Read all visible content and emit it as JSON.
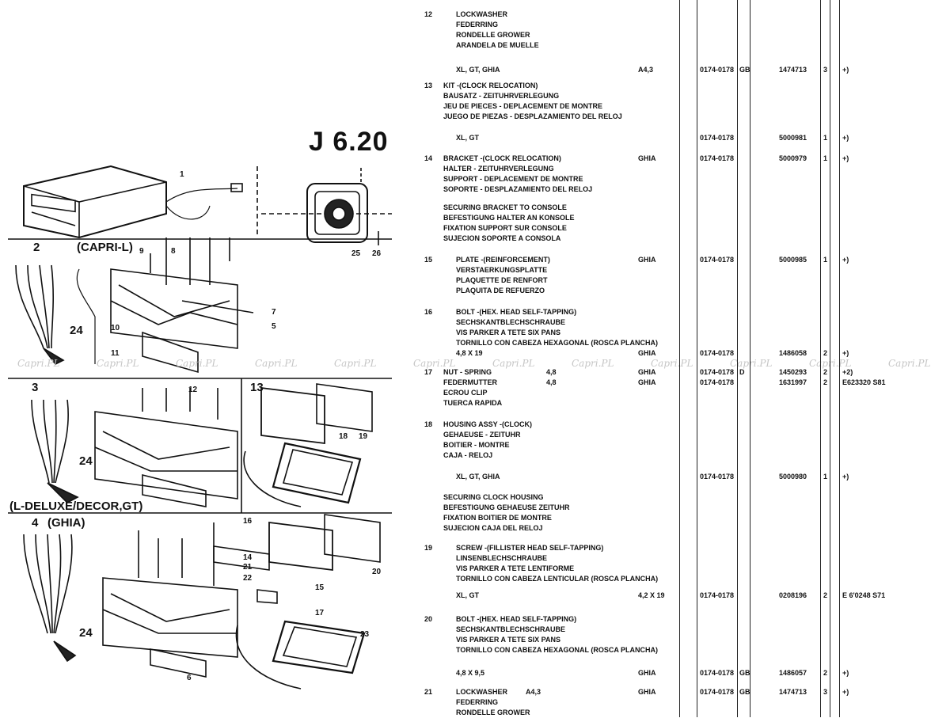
{
  "page_code": "J 6.20",
  "watermark_text": "Capri.PL",
  "diagram": {
    "variant_labels": {
      "capri_l": "(CAPRI-L)",
      "deluxe_decor_gt": "(L-DELUXE/DECOR,GT)",
      "ghia": "(GHIA)"
    },
    "ref_marks": {
      "v2": "2",
      "v3": "3",
      "v4": "4",
      "v13": "13",
      "v24": "24"
    },
    "callouts": [
      "1",
      "7",
      "8",
      "9",
      "10",
      "11",
      "12",
      "14",
      "15",
      "16",
      "17",
      "18",
      "19",
      "20",
      "21",
      "22",
      "23",
      "25",
      "26",
      "5",
      "6"
    ]
  },
  "parts": [
    {
      "no": "12",
      "lines": [
        "LOCKWASHER",
        "FEDERRING",
        "RONDELLE GROWER",
        "ARANDELA DE MUELLE"
      ],
      "variants": [
        {
          "desc": "XL, GT, GHIA",
          "size": "A4,3",
          "model": "",
          "date": "0174-0178",
          "code": "GB",
          "part": "1474713",
          "qty": "3",
          "note": "+)"
        }
      ]
    },
    {
      "no": "13",
      "lines": [
        "KIT -(CLOCK RELOCATION)",
        "BAUSATZ - ZEITUHRVERLEGUNG",
        "JEU DE PIECES - DEPLACEMENT DE MONTRE",
        "JUEGO DE PIEZAS - DESPLAZAMIENTO DEL RELOJ"
      ],
      "variants": [
        {
          "desc": "XL, GT",
          "size": "",
          "model": "",
          "date": "0174-0178",
          "code": "",
          "part": "5000981",
          "qty": "1",
          "note": "+)"
        }
      ]
    },
    {
      "no": "14",
      "lines": [
        "BRACKET -(CLOCK RELOCATION)",
        "HALTER - ZEITUHRVERLEGUNG",
        "SUPPORT - DEPLACEMENT DE MONTRE",
        "SOPORTE - DESPLAZAMIENTO DEL RELOJ"
      ],
      "variants": [
        {
          "desc": "",
          "size": "",
          "model": "GHIA",
          "date": "0174-0178",
          "code": "",
          "part": "5000979",
          "qty": "1",
          "note": "+)"
        }
      ],
      "note_lines": [
        "SECURING BRACKET TO CONSOLE",
        "BEFESTIGUNG HALTER AN KONSOLE",
        "FIXATION SUPPORT SUR CONSOLE",
        "SUJECION SOPORTE A CONSOLA"
      ]
    },
    {
      "no": "15",
      "lines": [
        "PLATE -(REINFORCEMENT)",
        "VERSTAERKUNGSPLATTE",
        "PLAQUETTE DE RENFORT",
        "PLAQUITA DE REFUERZO"
      ],
      "variants": [
        {
          "desc": "",
          "size": "",
          "model": "GHIA",
          "date": "0174-0178",
          "code": "",
          "part": "5000985",
          "qty": "1",
          "note": "+)"
        }
      ]
    },
    {
      "no": "16",
      "lines": [
        "BOLT -(HEX. HEAD SELF-TAPPING)",
        "SECHSKANTBLECHSCHRAUBE",
        "VIS PARKER A TETE SIX PANS",
        "TORNILLO CON CABEZA HEXAGONAL (ROSCA PLANCHA)"
      ],
      "variants": [
        {
          "desc": "4,8 X 19",
          "size": "",
          "model": "GHIA",
          "date": "0174-0178",
          "code": "",
          "part": "1486058",
          "qty": "2",
          "note": "+)"
        }
      ]
    },
    {
      "no": "17",
      "lines": [
        "NUT - SPRING",
        "FEDERMUTTER",
        "ECROU CLIP",
        "TUERCA RAPIDA"
      ],
      "variants": [
        {
          "desc": "",
          "size": "4,8",
          "model": "GHIA",
          "date": "0174-0178",
          "code": "D",
          "part": "1450293",
          "qty": "2",
          "note": "+2)"
        },
        {
          "desc": "",
          "size": "4,8",
          "model": "GHIA",
          "date": "0174-0178",
          "code": "",
          "part": "1631997",
          "qty": "2",
          "note": "E623320 S81"
        }
      ]
    },
    {
      "no": "18",
      "lines": [
        "HOUSING ASSY -(CLOCK)",
        "GEHAEUSE - ZEITUHR",
        "BOITIER - MONTRE",
        "CAJA - RELOJ"
      ],
      "variants": [
        {
          "desc": "XL, GT, GHIA",
          "size": "",
          "model": "",
          "date": "0174-0178",
          "code": "",
          "part": "5000980",
          "qty": "1",
          "note": "+)"
        }
      ],
      "note_lines": [
        "SECURING CLOCK HOUSING",
        "BEFESTIGUNG GEHAEUSE ZEITUHR",
        "FIXATION BOITIER DE MONTRE",
        "SUJECION CAJA DEL RELOJ"
      ]
    },
    {
      "no": "19",
      "lines": [
        "SCREW -(FILLISTER HEAD SELF-TAPPING)",
        "LINSENBLECHSCHRAUBE",
        "VIS PARKER A TETE LENTIFORME",
        "TORNILLO CON CABEZA LENTICULAR (ROSCA PLANCHA)"
      ],
      "variants": [
        {
          "desc": "XL, GT",
          "size": "4,2 X 19",
          "model": "",
          "date": "0174-0178",
          "code": "",
          "part": "0208196",
          "qty": "2",
          "note": "E 6'0248 S71"
        }
      ]
    },
    {
      "no": "20",
      "lines": [
        "BOLT -(HEX. HEAD SELF-TAPPING)",
        "SECHSKANTBLECHSCHRAUBE",
        "VIS PARKER A TETE SIX PANS",
        "TORNILLO CON CABEZA HEXAGONAL (ROSCA PLANCHA)"
      ],
      "variants": [
        {
          "desc": "4,8 X 9,5",
          "size": "",
          "model": "GHIA",
          "date": "0174-0178",
          "code": "GB",
          "part": "1486057",
          "qty": "2",
          "note": "+)"
        }
      ]
    },
    {
      "no": "21",
      "lines": [
        "LOCKWASHER",
        "FEDERRING",
        "RONDELLE GROWER"
      ],
      "variants": [
        {
          "desc": "",
          "size": "A4,3",
          "model": "GHIA",
          "date": "0174-0178",
          "code": "GB",
          "part": "1474713",
          "qty": "3",
          "note": "+)"
        }
      ]
    }
  ]
}
